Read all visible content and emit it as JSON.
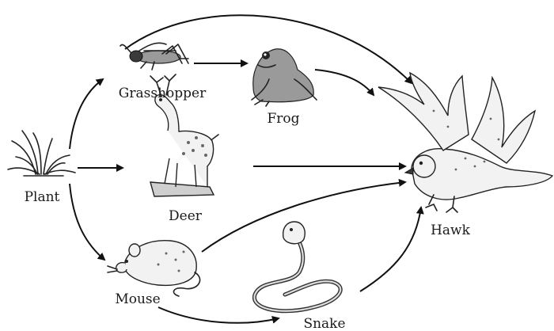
{
  "organisms": {
    "plant": "Plant",
    "grasshopper": "Grasshopper",
    "frog": "Frog",
    "deer": "Deer",
    "mouse": "Mouse",
    "snake": "Snake",
    "hawk": "Hawk"
  },
  "links": [
    {
      "from": "Plant",
      "to": "Grasshopper"
    },
    {
      "from": "Plant",
      "to": "Deer"
    },
    {
      "from": "Plant",
      "to": "Mouse"
    },
    {
      "from": "Grasshopper",
      "to": "Frog"
    },
    {
      "from": "Grasshopper",
      "to": "Hawk"
    },
    {
      "from": "Frog",
      "to": "Hawk"
    },
    {
      "from": "Deer",
      "to": "Hawk"
    },
    {
      "from": "Mouse",
      "to": "Hawk"
    },
    {
      "from": "Mouse",
      "to": "Snake"
    },
    {
      "from": "Snake",
      "to": "Hawk"
    }
  ]
}
